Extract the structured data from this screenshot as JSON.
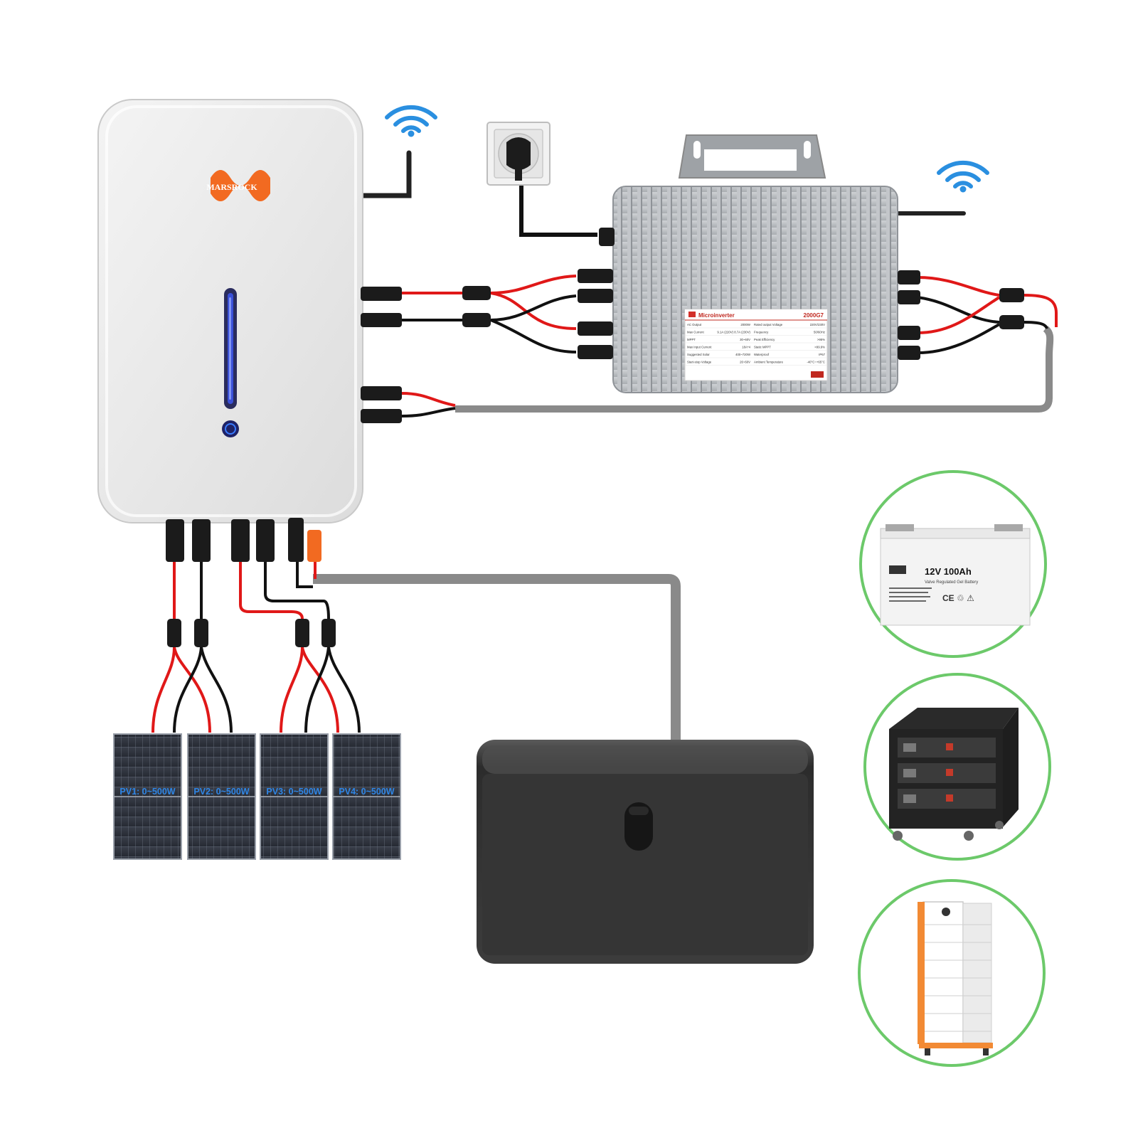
{
  "controller": {
    "brand": "MARSROCK"
  },
  "microinverter": {
    "title": "Microinverter",
    "model": "2000G7",
    "spec_rows": [
      [
        "AC Output",
        "2000W",
        "Rated output Voltage",
        "220V/230V"
      ],
      [
        "Max Current",
        "9.1A (220V) 8.7A (230V)",
        "Frequency",
        "50/60Hz"
      ],
      [
        "MPPT",
        "30~60V",
        "Peak Efficiency",
        ">95%"
      ],
      [
        "Max Input Current",
        "18A*4",
        "Static MPPT",
        ">99.9%"
      ],
      [
        "Suggested Solar",
        "400~720W",
        "Waterproof",
        "IP67"
      ],
      [
        "Start-stop Voltage",
        "26~60V",
        "Ambient Temperature",
        "-40°C~+65°C"
      ]
    ]
  },
  "solar_panels": [
    {
      "label": "PV1: 0~500W"
    },
    {
      "label": "PV2: 0~500W"
    },
    {
      "label": "PV3: 0~500W"
    },
    {
      "label": "PV4: 0~500W"
    }
  ],
  "battery_options": [
    {
      "name": "lead-acid-battery",
      "label": "12V 100Ah",
      "sublabel": "Valve Regulated Gel Battery"
    },
    {
      "name": "rack-battery-cabinet"
    },
    {
      "name": "stacked-battery-tower"
    }
  ],
  "colors": {
    "positive_wire": "#e01818",
    "negative_wire": "#111111",
    "battery_cable": "#8a8a8a",
    "wifi": "#2a8fe0",
    "brand_orange": "#f26a21",
    "status_blue": "#3a50d8",
    "option_ring": "#6cc96a",
    "panel_label": "#2f86e6"
  }
}
